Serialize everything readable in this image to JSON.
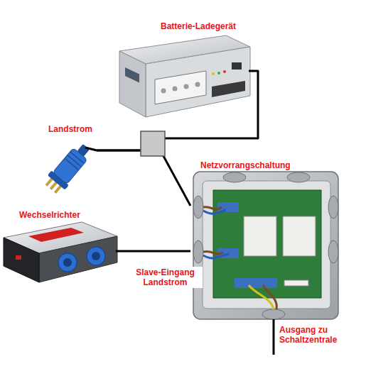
{
  "diagram": {
    "nodes": [
      {
        "text": [
          "Batterie-Ladegerät"
        ]
      },
      {
        "text": [
          "Landstrom"
        ]
      },
      {
        "text": [
          "Wechselrichter"
        ]
      },
      {
        "text": [
          "Netzvorrangschaltung"
        ]
      }
    ],
    "edges": [
      {
        "from": 1,
        "to": 0,
        "arrow": "none"
      },
      {
        "from": 1,
        "to": 3,
        "arrow": "none"
      },
      {
        "from": 2,
        "to": 3,
        "label": "Slave-Eingang Landstrom",
        "arrow": "none"
      }
    ],
    "labels": [
      "Ausgang zu Schaltzentrale"
    ]
  }
}
